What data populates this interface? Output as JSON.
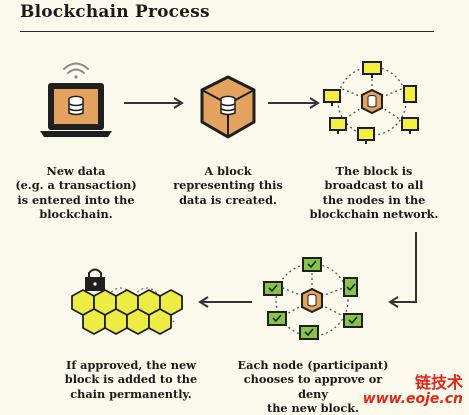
{
  "title": "Blockchain Process",
  "steps": [
    {
      "caption": "New data\n(e.g. a transaction)\nis entered into the\nblockchain."
    },
    {
      "caption": "A block\nrepresenting this\ndata is created."
    },
    {
      "caption": "The block is\nbroadcast to all\nthe nodes in the\nblockchain network."
    },
    {
      "caption": "Each node (participant)\nchooses to approve or deny\nthe new block."
    },
    {
      "caption": "If approved, the new\nblock is added to the\nchain permanently."
    }
  ],
  "watermark": {
    "line1": "链技术",
    "line2": "www.eoje.cn"
  },
  "colors": {
    "background": "#fbf8ec",
    "block_orange": "#e3a35e",
    "node_yellow": "#f3ee3f",
    "approve_green": "#86c44a",
    "chain_yellow": "#ecec45",
    "ink": "#1f1f1f",
    "watermark": "#e0281b"
  }
}
